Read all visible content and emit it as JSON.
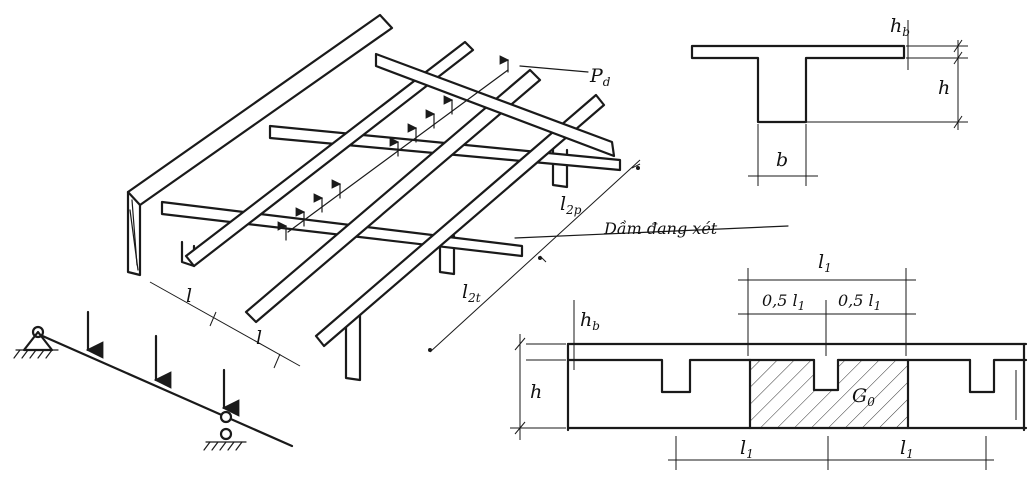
{
  "labels": {
    "pd": "P",
    "pd_sub": "d",
    "l2p": "l",
    "l2p_sub": "2p",
    "beam_label": "Dầm đang xét",
    "l2t": "l",
    "l2t_sub": "2t",
    "l1_a": "l",
    "l1_b": "l",
    "hb_top": "h",
    "hb_top_sub": "b",
    "h_top": "h",
    "b_top": "b",
    "l1_top": "l",
    "l1_top_sub": "1",
    "half_left": "0,5 l",
    "half_left_sub": "1",
    "half_right": "0,5 l",
    "half_right_sub": "1",
    "hb_bot": "h",
    "hb_bot_sub": "b",
    "h_bot": "h",
    "g0": "G",
    "g0_sub": "0",
    "l1_bot_left": "l",
    "l1_bot_left_sub": "1",
    "l1_bot_right": "l",
    "l1_bot_right_sub": "1"
  }
}
